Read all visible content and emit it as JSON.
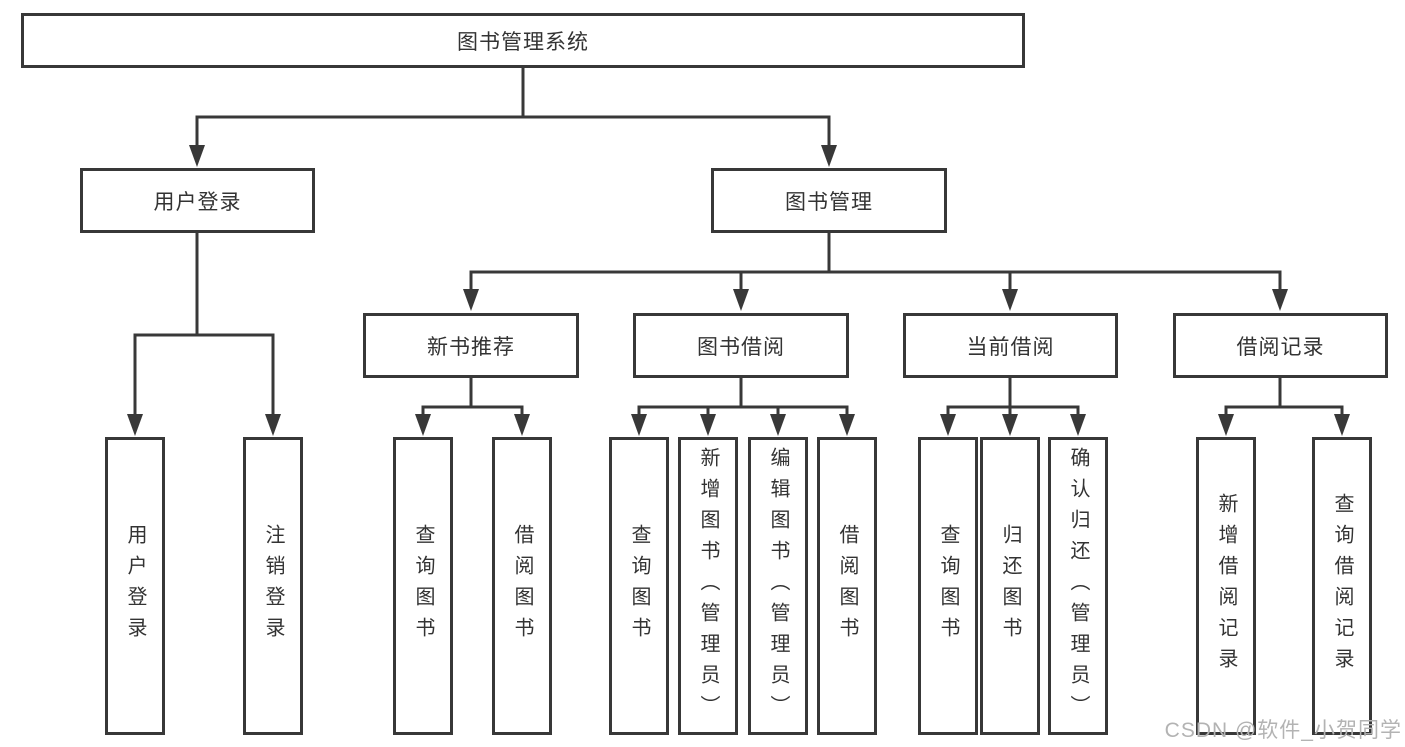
{
  "tree": {
    "label": "图书管理系统",
    "children": [
      {
        "label": "用户登录",
        "children": [
          {
            "label": "用户登录"
          },
          {
            "label": "注销登录"
          }
        ]
      },
      {
        "label": "图书管理",
        "children": [
          {
            "label": "新书推荐",
            "children": [
              {
                "label": "查询图书"
              },
              {
                "label": "借阅图书"
              }
            ]
          },
          {
            "label": "图书借阅",
            "children": [
              {
                "label": "查询图书"
              },
              {
                "label": "新增图书（管理员）"
              },
              {
                "label": "编辑图书（管理员）"
              },
              {
                "label": "借阅图书"
              }
            ]
          },
          {
            "label": "当前借阅",
            "children": [
              {
                "label": "查询图书"
              },
              {
                "label": "归还图书"
              },
              {
                "label": "确认归还（管理员）"
              }
            ]
          },
          {
            "label": "借阅记录",
            "children": [
              {
                "label": "新增借阅记录"
              },
              {
                "label": "查询借阅记录"
              }
            ]
          }
        ]
      }
    ]
  },
  "watermark": {
    "text": "CSDN @软件_小贺同学"
  },
  "colors": {
    "line": "#383838",
    "text": "#333333",
    "box_background": "#ffffff",
    "watermark": "#b3b3b3"
  }
}
